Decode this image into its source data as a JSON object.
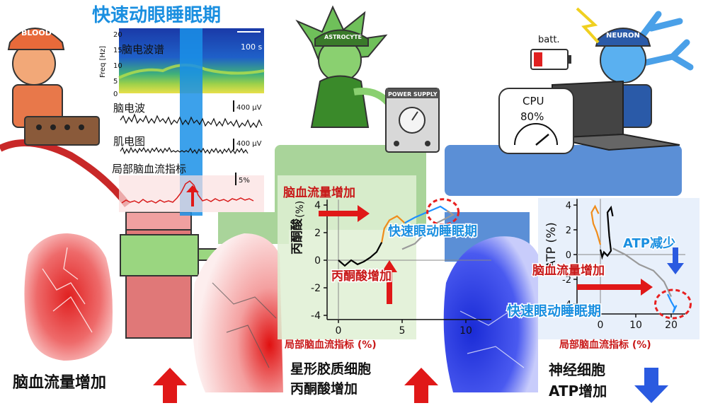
{
  "figure": {
    "title": "快速动眼睡眠期",
    "spectrogram": {
      "label": "脑电波谱",
      "ylabel": "Freq [Hz]",
      "yticks": [
        "20",
        "15",
        "10",
        "5",
        "0"
      ],
      "scalebar": "100 s"
    },
    "traces": [
      {
        "label": "脑电波",
        "scale": "400 μV"
      },
      {
        "label": "肌电图",
        "scale": "400 μV"
      },
      {
        "label": "局部脑血流指标",
        "scale": "5%"
      }
    ],
    "characters": {
      "blood": "BLOOD",
      "astrocyte": "ASTROCYTE",
      "neuron": "NEURON",
      "power_supply": "POWER SUPPLY",
      "battery": "batt.",
      "cpu_label": "CPU",
      "cpu_value": "80%"
    },
    "plot_pyruvate": {
      "ylabel_cn": "丙酮酸",
      "ylabel_unit": "(%)",
      "xlabel": "局部脑血流指标 (%)",
      "xticks": [
        "0",
        "5",
        "10"
      ],
      "yticks": [
        "4",
        "2",
        "0",
        "-2",
        "-4"
      ],
      "ann_cbf": "脑血流量增加",
      "ann_rem": "快速眼动睡眠期",
      "ann_pyr": "丙酮酸增加",
      "colors": {
        "baseline": "#000000",
        "rising": "#f08c1a",
        "rem": "#1e90ff",
        "post": "#9a9a9a"
      }
    },
    "plot_atp": {
      "ylabel": "ATP (%)",
      "xlabel": "局部脑血流指标 (%)",
      "xticks": [
        "0",
        "10",
        "20"
      ],
      "yticks": [
        "4",
        "2",
        "0",
        "-2",
        "-4"
      ],
      "ann_cbf": "脑血流量增加",
      "ann_rem": "快速眼动睡眠期",
      "ann_atp": "ATP减少"
    },
    "bottom": {
      "cbf": "脑血流量增加",
      "astro_line1": "星形胶质细胞",
      "astro_line2": "丙酮酸增加",
      "neuron_line1": "神经细胞",
      "neuron_line2": "ATP增加"
    }
  }
}
